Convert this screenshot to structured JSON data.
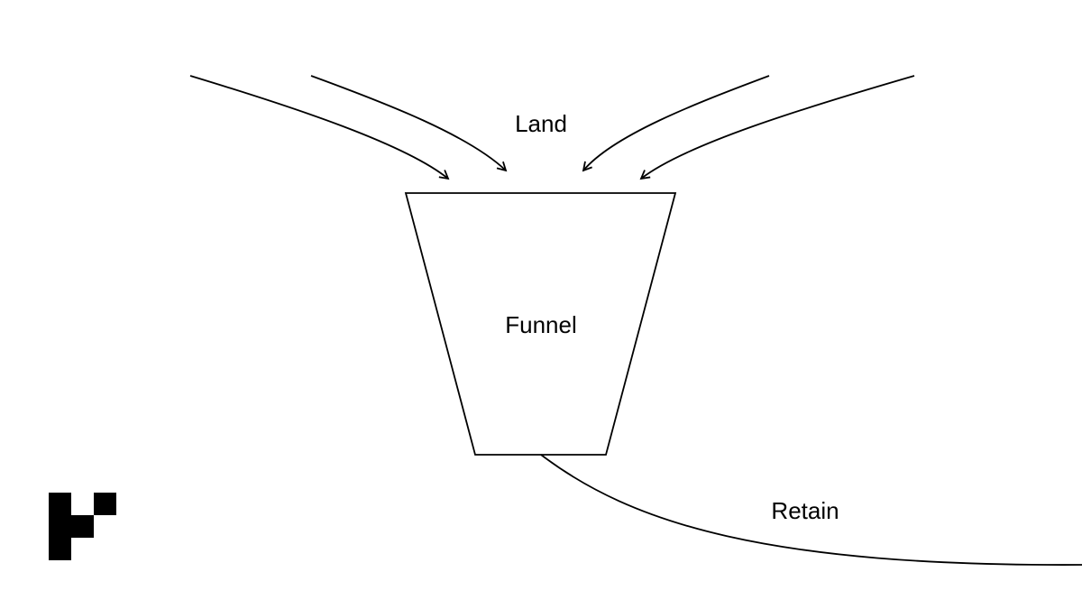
{
  "labels": {
    "land": "Land",
    "funnel": "Funnel",
    "retain": "Retain"
  },
  "colors": {
    "stroke": "#000000",
    "background": "#ffffff"
  },
  "logo": {
    "icon": "brand-block-logo-icon"
  }
}
